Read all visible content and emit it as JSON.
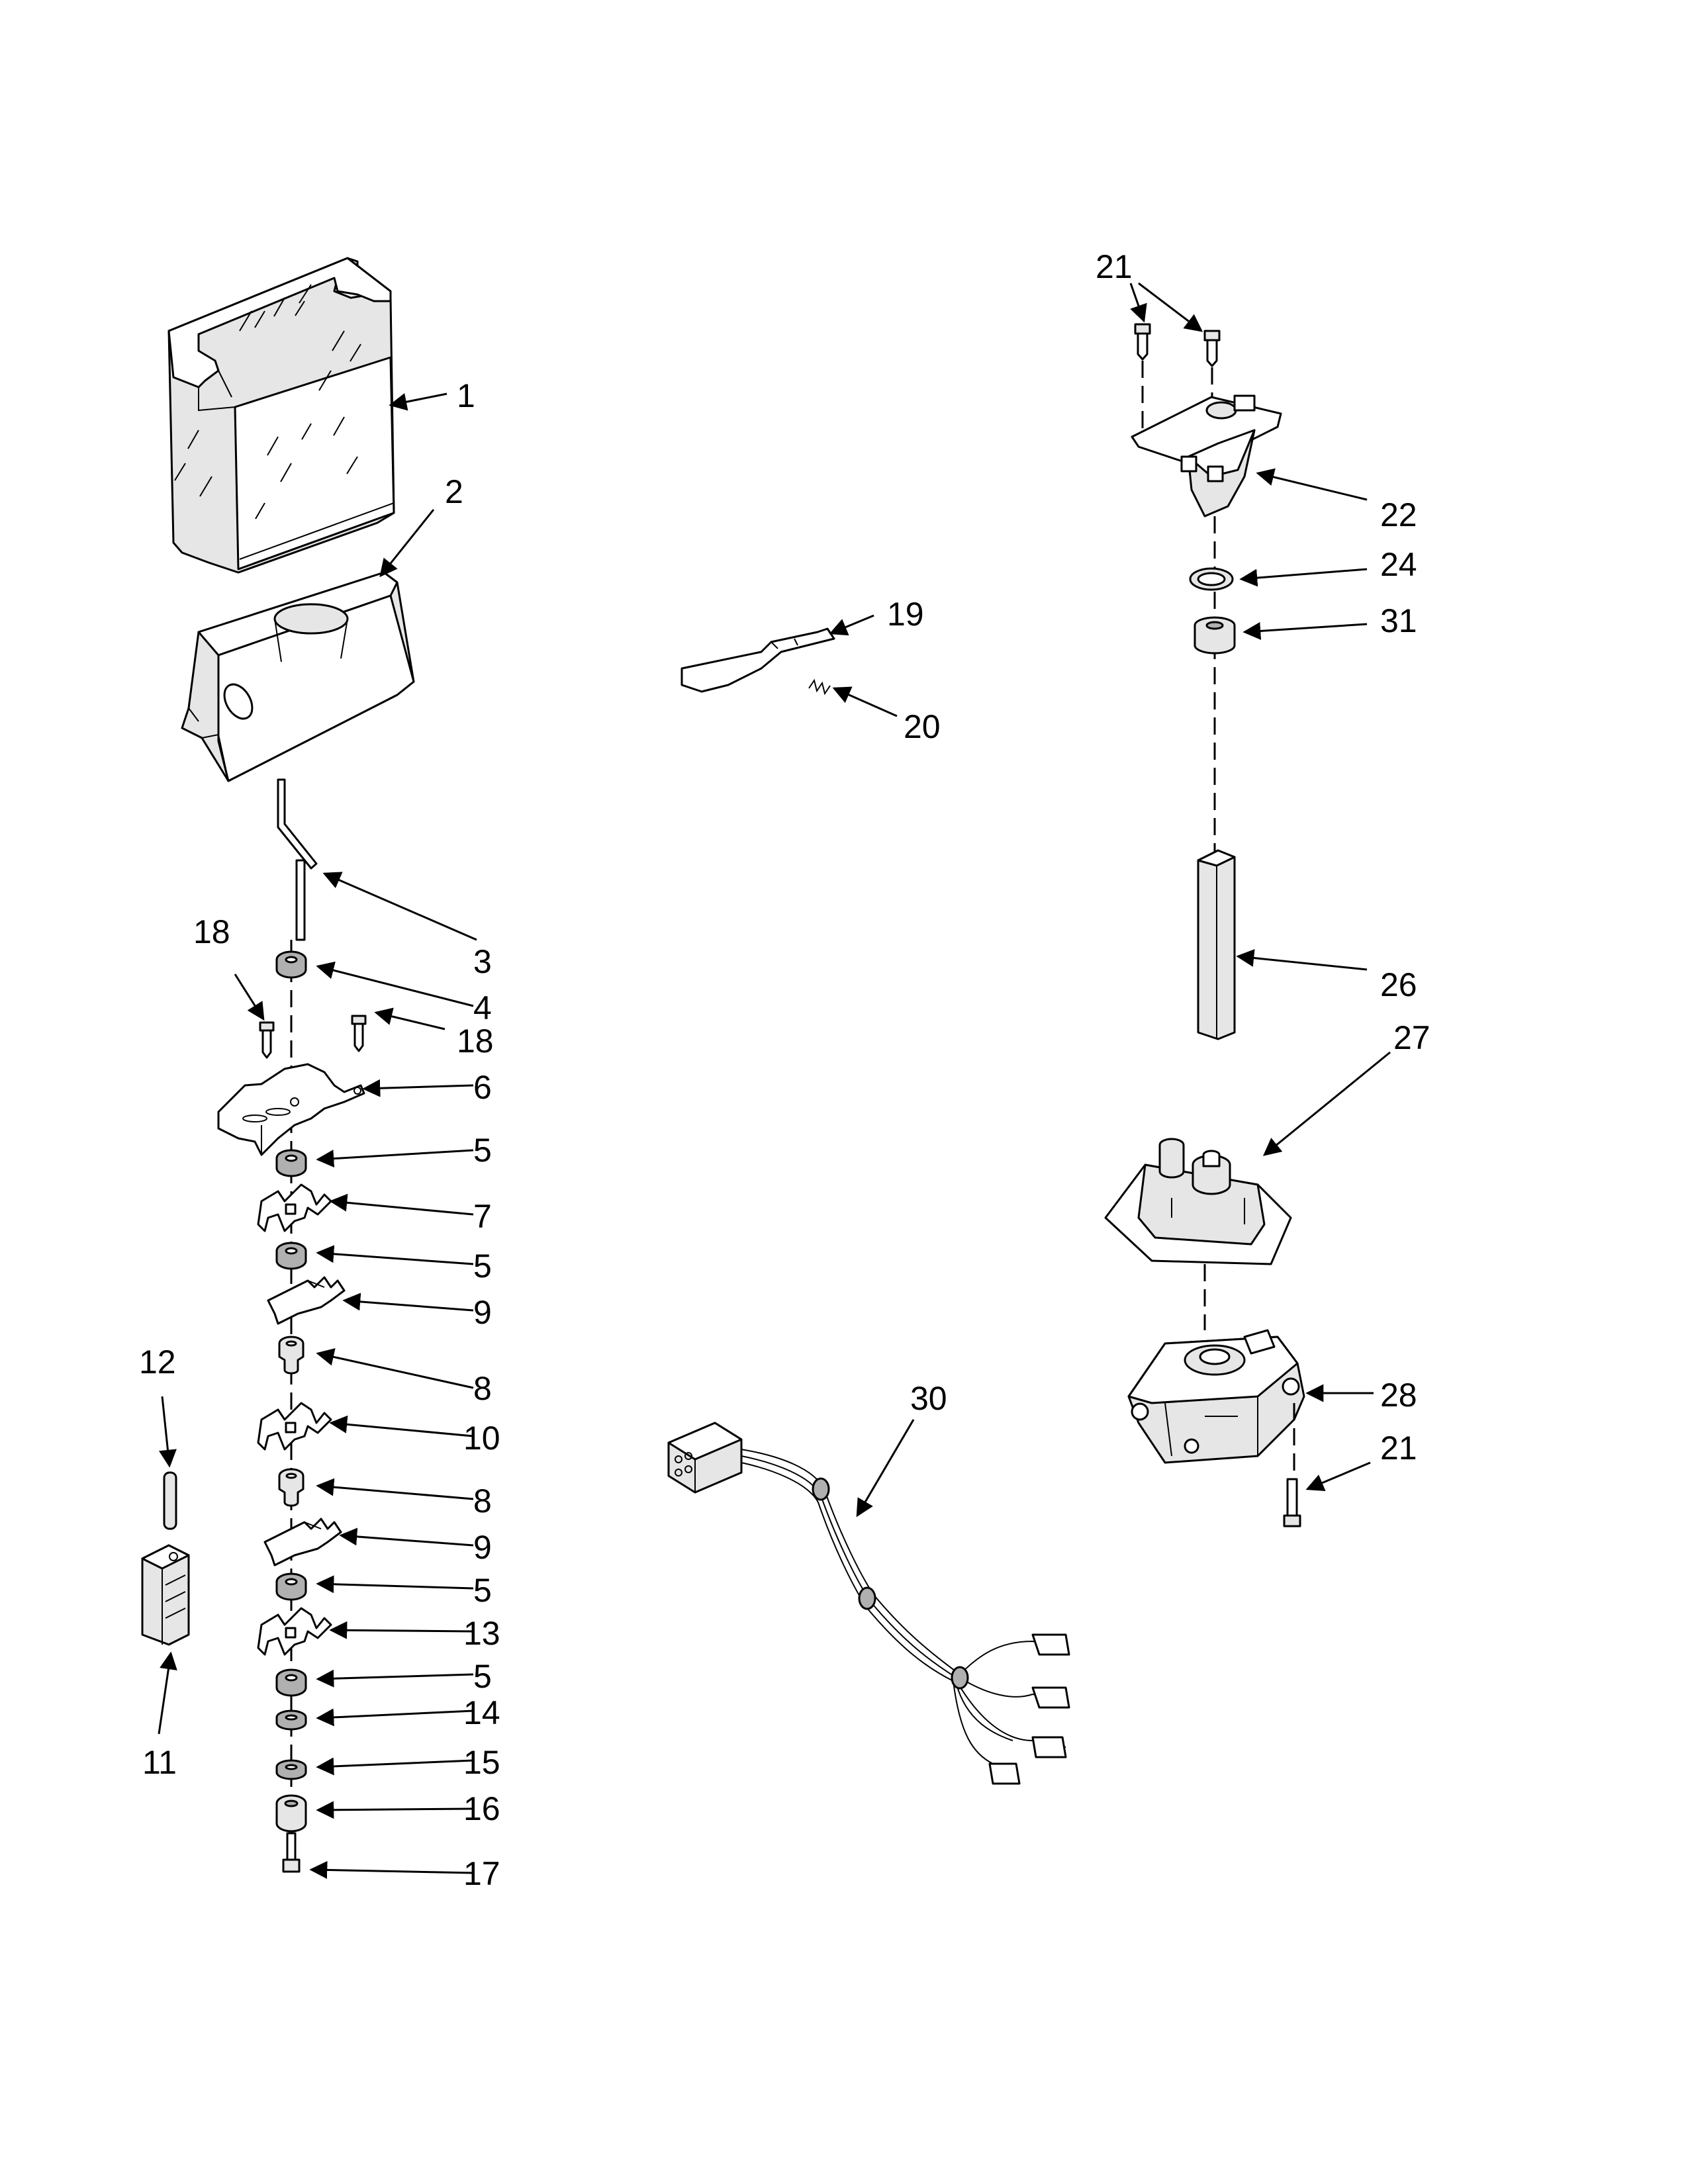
{
  "callouts": {
    "c1": "1",
    "c2": "2",
    "c3": "3",
    "c4": "4",
    "c5a": "5",
    "c5b": "5",
    "c5c": "5",
    "c5d": "5",
    "c6": "6",
    "c7": "7",
    "c8a": "8",
    "c8b": "8",
    "c9a": "9",
    "c9b": "9",
    "c10": "10",
    "c11": "11",
    "c12": "12",
    "c13": "13",
    "c14": "14",
    "c15": "15",
    "c16": "16",
    "c17": "17",
    "c18a": "18",
    "c18b": "18",
    "c19": "19",
    "c20": "20",
    "c21a": "21",
    "c21b": "21",
    "c22": "22",
    "c24": "24",
    "c26": "26",
    "c27": "27",
    "c28": "28",
    "c30": "30",
    "c31": "31"
  }
}
